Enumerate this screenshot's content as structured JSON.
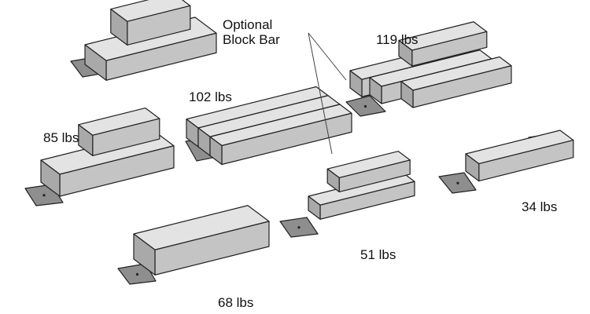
{
  "callout": {
    "line1": "Optional",
    "line2": "Block Bar"
  },
  "labels": {
    "w119": "119 lbs",
    "w102": "102 lbs",
    "w85": "85 lbs",
    "w34": "34 lbs",
    "w51": "51 lbs",
    "w68": "68 lbs"
  },
  "colors": {
    "top": "#e3e3e3",
    "front": "#c4c4c4",
    "side": "#a9a9a9",
    "plate": "#8e8e8e",
    "edge": "#222222"
  }
}
